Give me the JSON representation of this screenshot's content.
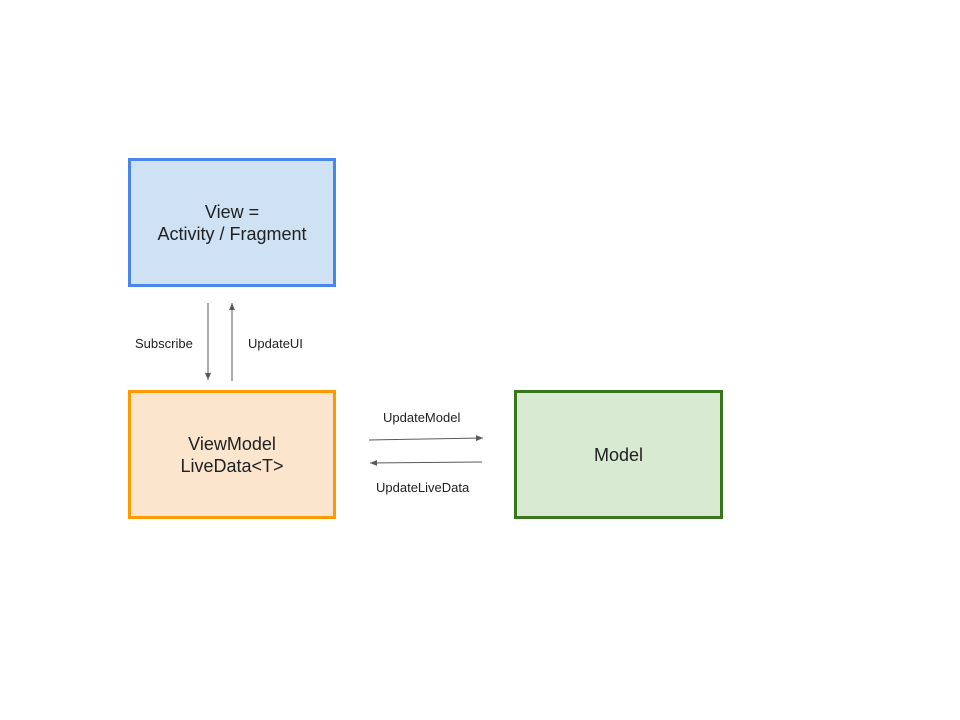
{
  "nodes": {
    "view": {
      "lines": [
        "View =",
        "Activity / Fragment"
      ],
      "border_color": "#4a86e8",
      "fill_color": "#cfe2f3"
    },
    "viewmodel": {
      "lines": [
        "ViewModel",
        "LiveData<T>"
      ],
      "border_color": "#ff9900",
      "fill_color": "#fce5cd"
    },
    "model": {
      "lines": [
        "Model"
      ],
      "border_color": "#38761d",
      "fill_color": "#d9ead3"
    }
  },
  "edges": {
    "subscribe": {
      "label": "Subscribe",
      "from": "view",
      "to": "viewmodel"
    },
    "update_ui": {
      "label": "UpdateUI",
      "from": "viewmodel",
      "to": "view"
    },
    "update_model": {
      "label": "UpdateModel",
      "from": "viewmodel",
      "to": "model"
    },
    "update_live_data": {
      "label": "UpdateLiveData",
      "from": "model",
      "to": "viewmodel"
    }
  },
  "arrow_color": "#595959"
}
